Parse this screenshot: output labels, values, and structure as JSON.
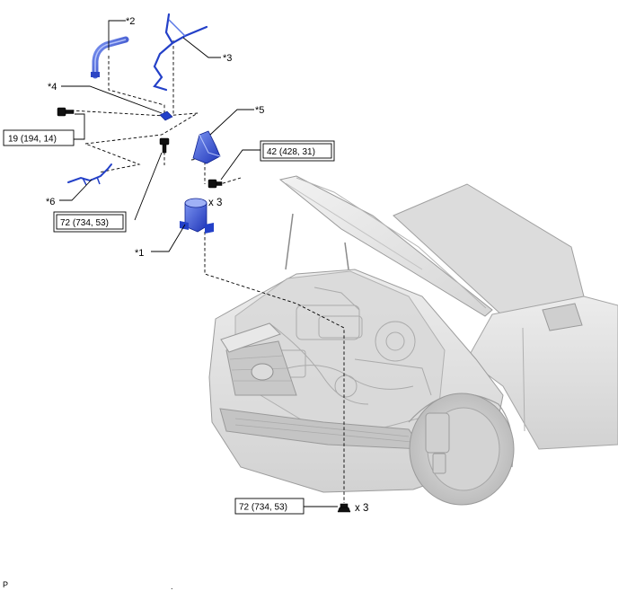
{
  "callouts": {
    "c1": "*1",
    "c2": "*2",
    "c3": "*3",
    "c4": "*4",
    "c5": "*5",
    "c6": "*6"
  },
  "torque_specs": {
    "t1": "19 (194, 14)",
    "t2": "42 (428, 31)",
    "t3": "72 (734, 53)",
    "t4": "72 (734, 53)"
  },
  "quantities": {
    "q1": "x 3",
    "q2": "x 3"
  },
  "footer": {
    "code": "P",
    "mark": "."
  },
  "colors": {
    "part_blue": "#2340c8",
    "part_blue_light": "#6f8cf0",
    "leader_line": "#000000",
    "vehicle_gray": "#e4e4e4"
  }
}
